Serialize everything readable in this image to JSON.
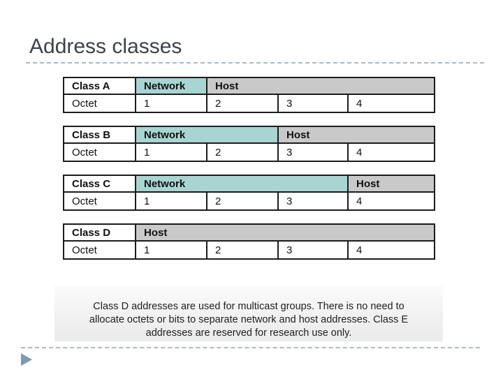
{
  "header": {
    "title": "Address classes"
  },
  "tables": [
    {
      "class_label": "Class A",
      "row_label": "Octet",
      "segments": [
        {
          "label": "Network",
          "type": "network",
          "span": 1
        },
        {
          "label": "Host",
          "type": "host",
          "span": 3
        }
      ],
      "octets": [
        "1",
        "2",
        "3",
        "4"
      ]
    },
    {
      "class_label": "Class B",
      "row_label": "Octet",
      "segments": [
        {
          "label": "Network",
          "type": "network",
          "span": 2
        },
        {
          "label": "Host",
          "type": "host",
          "span": 2
        }
      ],
      "octets": [
        "1",
        "2",
        "3",
        "4"
      ]
    },
    {
      "class_label": "Class C",
      "row_label": "Octet",
      "segments": [
        {
          "label": "Network",
          "type": "network",
          "span": 3
        },
        {
          "label": "Host",
          "type": "host",
          "span": 1
        }
      ],
      "octets": [
        "1",
        "2",
        "3",
        "4"
      ]
    },
    {
      "class_label": "Class D",
      "row_label": "Octet",
      "segments": [
        {
          "label": "Host",
          "type": "host",
          "span": 4
        }
      ],
      "octets": [
        "1",
        "2",
        "3",
        "4"
      ]
    }
  ],
  "caption": {
    "lines": [
      "Class D addresses are used for multicast groups. There is no need to",
      "allocate octets or bits to separate network and host addresses. Class E",
      "addresses are reserved for research use only."
    ]
  },
  "footer": {
    "icon": "next-slide-arrow"
  },
  "colors": {
    "network_fill": "#a8d4d2",
    "host_fill": "#c9c9c9",
    "table_border": "#1c1c1c",
    "title_text": "#3d4247",
    "divider": "#aeb8bf",
    "arrow": "#7f99b3",
    "caption_bg": "#ececec",
    "caption_text": "#1f1f1f"
  }
}
